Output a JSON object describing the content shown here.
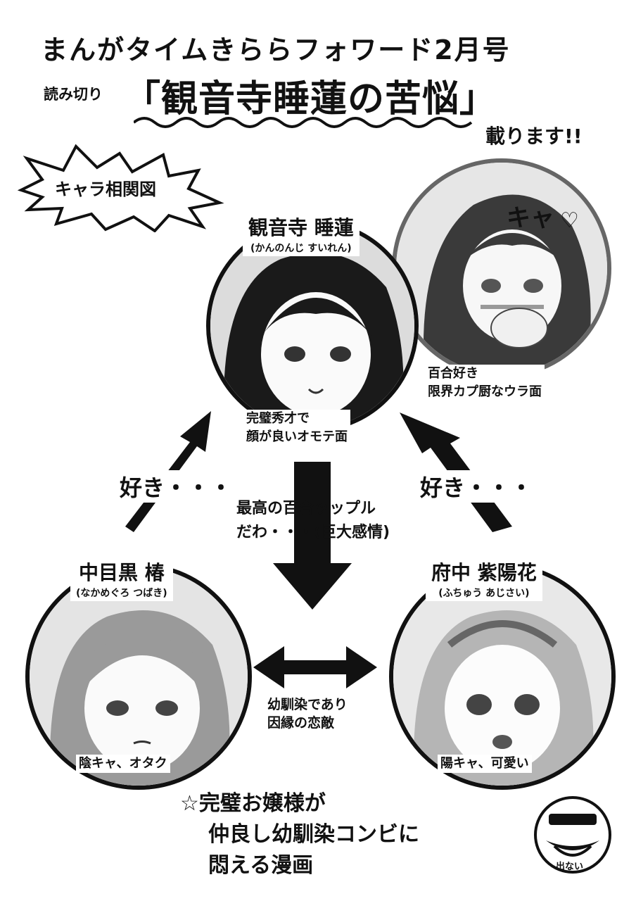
{
  "header": {
    "line1": "まんがタイムきららフォワード2月号",
    "prefix": "読み切り",
    "title": "「観音寺睡蓮の苦悩」",
    "suffix": "載ります!!"
  },
  "burst_label": "キャラ相関図",
  "characters": {
    "suiren": {
      "name": "観音寺 睡蓮",
      "reading": "(かんのんじ すいれん)",
      "caption1": "完璧秀才で",
      "caption2": "顔が良いオモテ面"
    },
    "suiren_ura": {
      "caption1": "百合好き",
      "caption2": "限界カプ厨なウラ面",
      "exclaim": "キャ"
    },
    "tsubaki": {
      "name": "中目黒 椿",
      "reading": "(なかめぐろ つばき)",
      "caption": "陰キャ、オタク"
    },
    "ajisai": {
      "name": "府中 紫陽花",
      "reading": "(ふちゅう あじさい)",
      "caption": "陽キャ、可愛い"
    }
  },
  "relations": {
    "left": "好き・・・",
    "right": "好き・・・",
    "center1": "最高の百合ッップル",
    "center2": "だわ・・・(巨大感情)",
    "bottom1": "幼馴染であり",
    "bottom2": "因縁の恋敵"
  },
  "footer": {
    "line1": "☆完璧お嬢様が",
    "line2": "仲良し幼馴染コンビに",
    "line3": "悶える漫画"
  },
  "mascot_label": "出ない"
}
